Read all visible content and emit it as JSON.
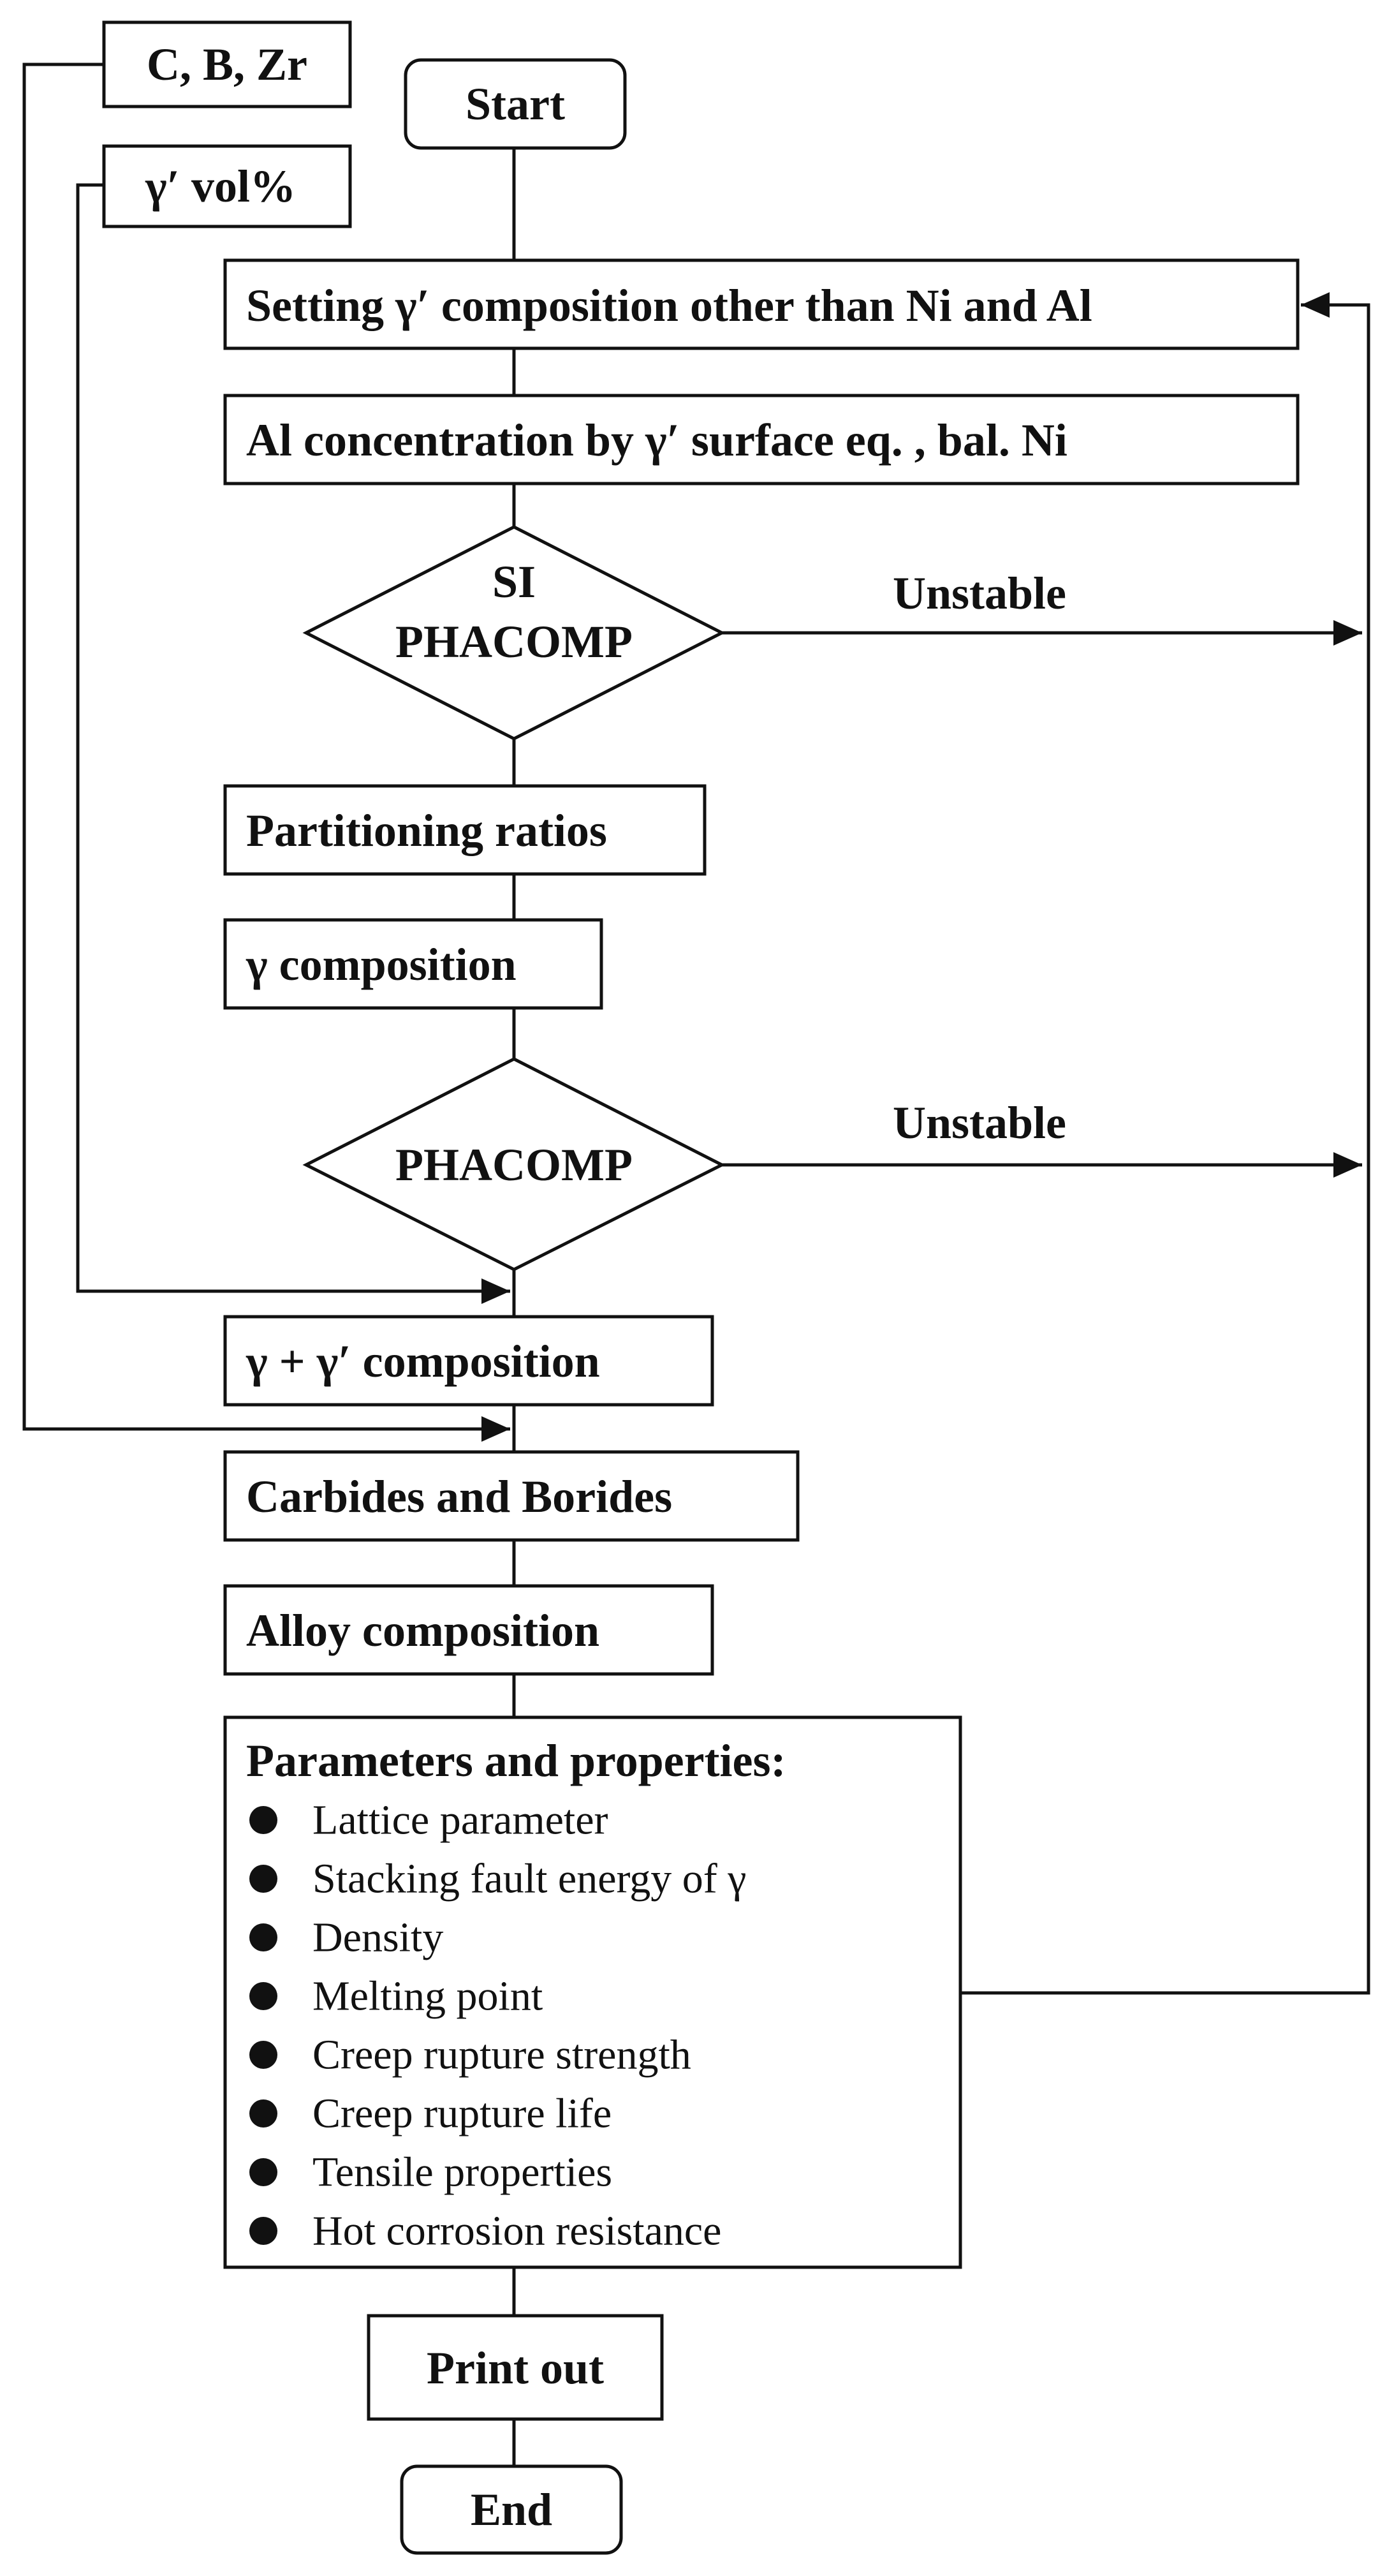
{
  "inputs": {
    "cbzr": "C, B, Zr",
    "gp_vol": "γ′ vol%"
  },
  "nodes": {
    "start": "Start",
    "setting_gp": "Setting γ′ composition other than Ni and Al",
    "al_conc": "Al concentration by γ′ surface eq. , bal. Ni",
    "si_phacomp_line1": "SI",
    "si_phacomp_line2": "PHACOMP",
    "partitioning": "Partitioning ratios",
    "gamma_comp": "γ composition",
    "phacomp": "PHACOMP",
    "gg_comp": "γ + γ′ composition",
    "carbides": "Carbides and Borides",
    "alloy_comp": "Alloy composition",
    "print_out": "Print out",
    "end": "End"
  },
  "edges": {
    "unstable_1": "Unstable",
    "unstable_2": "Unstable"
  },
  "params": {
    "title": "Parameters and properties:",
    "items": [
      "Lattice parameter",
      "Stacking fault energy of γ",
      "Density",
      "Melting point",
      "Creep rupture strength",
      "Creep rupture life",
      "Tensile properties",
      "Hot corrosion resistance"
    ]
  }
}
